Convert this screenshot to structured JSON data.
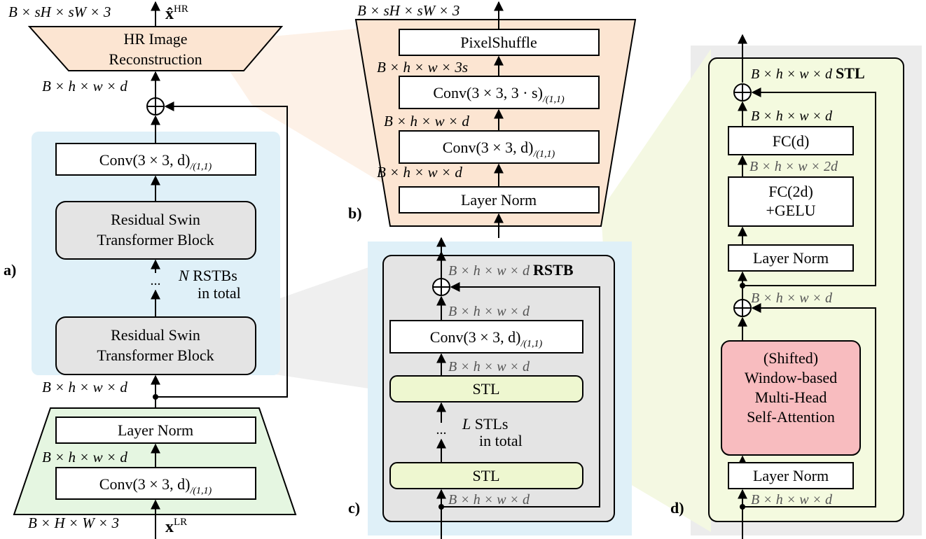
{
  "panels": {
    "a": {
      "label": "a)",
      "dim_top": "B × sH × sW × 3",
      "hr_symbol": "x̂",
      "hr_sup": "HR",
      "recon_line1": "HR Image",
      "recon_line2": "Reconstruction",
      "dim_after_sum": "B × h × w × d",
      "conv_top": "Conv(3 × 3, d)",
      "conv_sub": "/(1,1)",
      "rstb_line1": "Residual Swin",
      "rstb_line2": "Transformer Block",
      "ellipsis": "...",
      "n_var": "N",
      "n_text": "RSTBs",
      "n_text2": "in total",
      "dim_mid": "B × h × w × d",
      "layer_norm": "Layer Norm",
      "dim_low": "B × h × w × d",
      "conv_bottom": "Conv(3 × 3, d)",
      "dim_bottom": "B × H × W × 3",
      "lr_symbol": "x",
      "lr_sup": "LR"
    },
    "b": {
      "label": "b)",
      "dim_top": "B × sH × sW × 3",
      "pixel_shuffle": "PixelShuffle",
      "dim_1": "B × h × w × 3s",
      "conv_1": "Conv(3 × 3, 3 · s)",
      "conv_1_sub": "/(1,1)",
      "dim_2": "B × h × w × d",
      "conv_2": "Conv(3 × 3, d)",
      "conv_2_sub": "/(1,1)",
      "dim_3": "B × h × w × d",
      "layer_norm": "Layer Norm"
    },
    "c": {
      "label": "c)",
      "title": "RSTB",
      "dim_top": "B × h × w × d",
      "dim_2": "B × h × w × d",
      "conv": "Conv(3 × 3, d)",
      "conv_sub": "/(1,1)",
      "dim_3": "B × h × w × d",
      "stl_top": "STL",
      "ellipsis": "...",
      "l_var": "L",
      "l_text": "STLs",
      "l_text2": "in total",
      "stl_bottom": "STL",
      "dim_bottom": "B × h × w × d"
    },
    "d": {
      "label": "d)",
      "title": "STL",
      "dim_top": "B × h × w × d",
      "dim_2": "B × h × w × d",
      "fc_d": "FC(d)",
      "dim_3": "B × h × w × 2d",
      "fc_2d_line1": "FC(2d)",
      "fc_2d_line2": "+GELU",
      "layer_norm_top": "Layer Norm",
      "dim_mid": "B × h × w × d",
      "msa_line1": "(Shifted)",
      "msa_line2": "Window-based",
      "msa_line3": "Multi-Head",
      "msa_line4": "Self-Attention",
      "layer_norm_bottom": "Layer Norm",
      "dim_bottom": "B × h × w × d"
    }
  },
  "colors": {
    "orange_fill": "#fce5d2",
    "orange_cone": "#fdf1e7",
    "green_fill": "#e5f6e1",
    "blue_fill": "#dff0f8",
    "gray_fill": "#e4e4e4",
    "yellow_fill": "#f4fadf",
    "stl_box_fill": "#eef7d0",
    "msa_fill": "#f8bcbf",
    "lightgray_bg": "#ececec",
    "yellow_cone": "#f4f8e2"
  },
  "icons": {
    "sum": "circled-plus-icon",
    "arrow": "arrow-up-icon",
    "junction": "dot-junction-icon"
  }
}
